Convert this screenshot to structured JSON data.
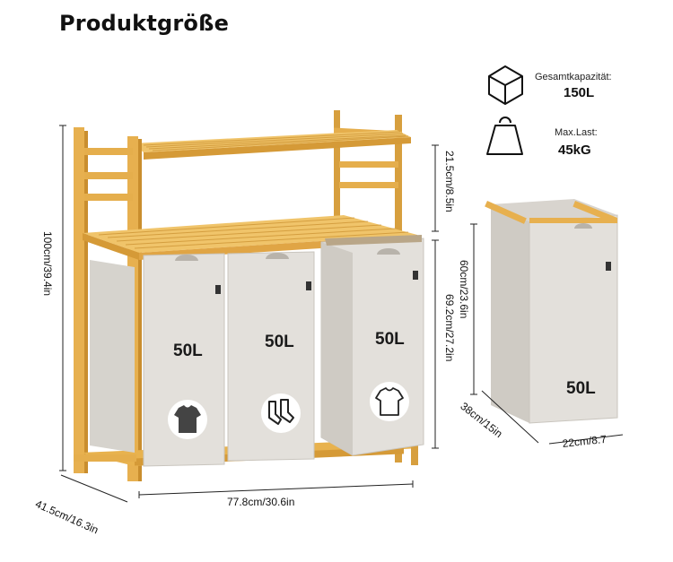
{
  "title": "Produktgröße",
  "specs": {
    "capacity_label": "Gesamtkapazität:",
    "capacity_value": "150L",
    "load_label": "Max.Last:",
    "load_value": "45kG"
  },
  "dimensions": {
    "total_height": "100cm/39.4in",
    "top_gap": "21.5cm/8.5in",
    "basket_height": "69.2cm/27.2in",
    "width": "77.8cm/30.6in",
    "depth": "41.5cm/16.3in",
    "bag_height": "60cm/23.6in",
    "bag_depth": "38cm/15in",
    "bag_width": "22cm/8.7"
  },
  "bins": [
    "50L",
    "50L",
    "50L"
  ],
  "single_bag_label": "50L",
  "icons": [
    "box-icon",
    "weight-icon",
    "tshirt-dark-icon",
    "socks-icon",
    "tshirt-light-icon"
  ],
  "colors": {
    "wood": "#E8B24E",
    "wood_dark": "#C98E2E",
    "bag": "#E3E0DB",
    "bag_shade": "#CFCBC4"
  }
}
